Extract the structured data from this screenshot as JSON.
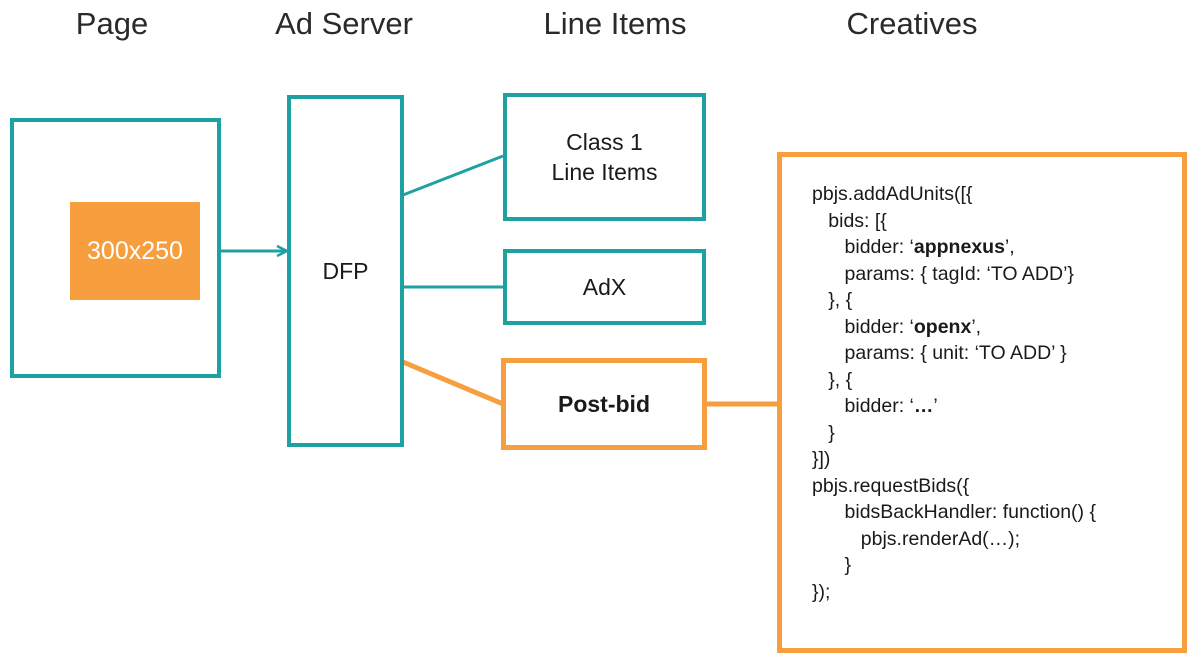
{
  "headings": {
    "page": "Page",
    "ad_server": "Ad Server",
    "line_items": "Line Items",
    "creatives": "Creatives"
  },
  "page_box": {
    "ad_unit_label": "300x250"
  },
  "ad_server_box": {
    "label": "DFP"
  },
  "line_item_boxes": {
    "class1": {
      "line1": "Class 1",
      "line2": "Line Items"
    },
    "adx": {
      "label": "AdX"
    },
    "postbid": {
      "label": "Post-bid"
    }
  },
  "creative_code": [
    {
      "indent": "",
      "parts": [
        {
          "text": "pbjs.addAdUnits([{"
        }
      ]
    },
    {
      "indent": "   ",
      "parts": [
        {
          "text": "bids: [{"
        }
      ]
    },
    {
      "indent": "      ",
      "parts": [
        {
          "text": "bidder: ‘"
        },
        {
          "text": "appnexus",
          "bold": true
        },
        {
          "text": "’,"
        }
      ]
    },
    {
      "indent": "      ",
      "parts": [
        {
          "text": "params: { tagId: ‘TO ADD’}"
        }
      ]
    },
    {
      "indent": "   ",
      "parts": [
        {
          "text": "}, {"
        }
      ]
    },
    {
      "indent": "      ",
      "parts": [
        {
          "text": "bidder: ‘"
        },
        {
          "text": "openx",
          "bold": true
        },
        {
          "text": "’,"
        }
      ]
    },
    {
      "indent": "      ",
      "parts": [
        {
          "text": "params: { unit: ‘TO ADD’ }"
        }
      ]
    },
    {
      "indent": "   ",
      "parts": [
        {
          "text": "}, {"
        }
      ]
    },
    {
      "indent": "      ",
      "parts": [
        {
          "text": "bidder: ‘"
        },
        {
          "text": "…",
          "bold": true
        },
        {
          "text": "’"
        }
      ]
    },
    {
      "indent": "   ",
      "parts": [
        {
          "text": "}"
        }
      ]
    },
    {
      "indent": "",
      "parts": [
        {
          "text": "}])"
        }
      ]
    },
    {
      "indent": "",
      "parts": [
        {
          "text": "pbjs.requestBids({"
        }
      ]
    },
    {
      "indent": "      ",
      "parts": [
        {
          "text": "bidsBackHandler: function() {"
        }
      ]
    },
    {
      "indent": "         ",
      "parts": [
        {
          "text": "pbjs.renderAd(…);"
        }
      ]
    },
    {
      "indent": "      ",
      "parts": [
        {
          "text": "}"
        }
      ]
    },
    {
      "indent": "",
      "parts": [
        {
          "text": "});"
        }
      ]
    }
  ],
  "colors": {
    "teal": "#1fa1a1",
    "orange": "#f79e3e"
  }
}
